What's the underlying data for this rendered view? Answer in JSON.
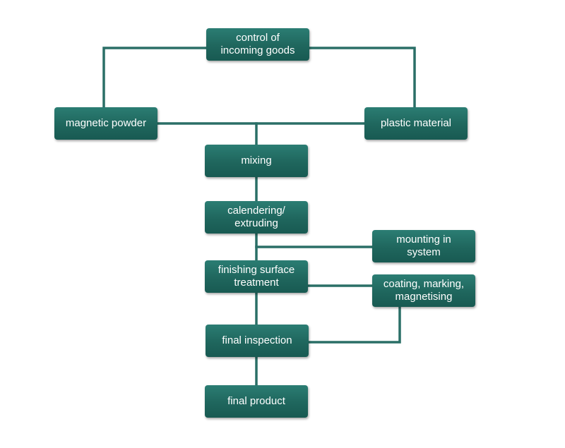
{
  "nodes": {
    "control_incoming": "control of\nincoming goods",
    "magnetic_powder": "magnetic powder",
    "plastic_material": "plastic material",
    "mixing": "mixing",
    "calendering": "calendering/\nextruding",
    "mounting": "mounting in\nsystem",
    "finishing": "finishing surface\ntreatment",
    "coating": "coating, marking,\nmagnetising",
    "final_inspection": "final inspection",
    "final_product": "final product"
  },
  "colors": {
    "node_fill": "#1f665d",
    "connector": "#2a6f67"
  }
}
